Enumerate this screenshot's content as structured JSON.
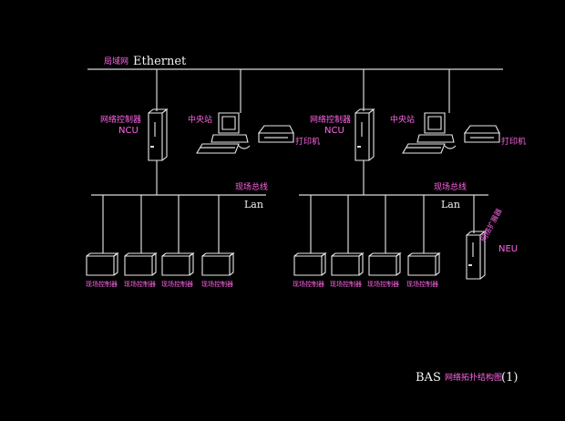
{
  "ethernet": {
    "cn": "局域网",
    "en": "Ethernet"
  },
  "left": {
    "ncu_cn": "网络控制器",
    "ncu_en": "NCU",
    "station": "中央站",
    "printer": "打印机",
    "bus_cn": "现场总线",
    "bus_en": "Lan",
    "fields": [
      "现场控制器",
      "现场控制器",
      "现场控制器",
      "现场控制器"
    ]
  },
  "right": {
    "ncu_cn": "网络控制器",
    "ncu_en": "NCU",
    "station": "中央站",
    "printer": "打印机",
    "bus_cn": "现场总线",
    "bus_en": "Lan",
    "neu_cn": "网络扩展器",
    "neu_en": "NEU",
    "fields": [
      "现场控制器",
      "现场控制器",
      "现场控制器",
      "现场控制器"
    ]
  },
  "caption": {
    "en": "BAS",
    "cn": "网络拓扑结构图",
    "num": "(1)"
  },
  "colors": {
    "background": "#000000",
    "lines": "#d9d9d9",
    "labels": "#ff66e6"
  }
}
